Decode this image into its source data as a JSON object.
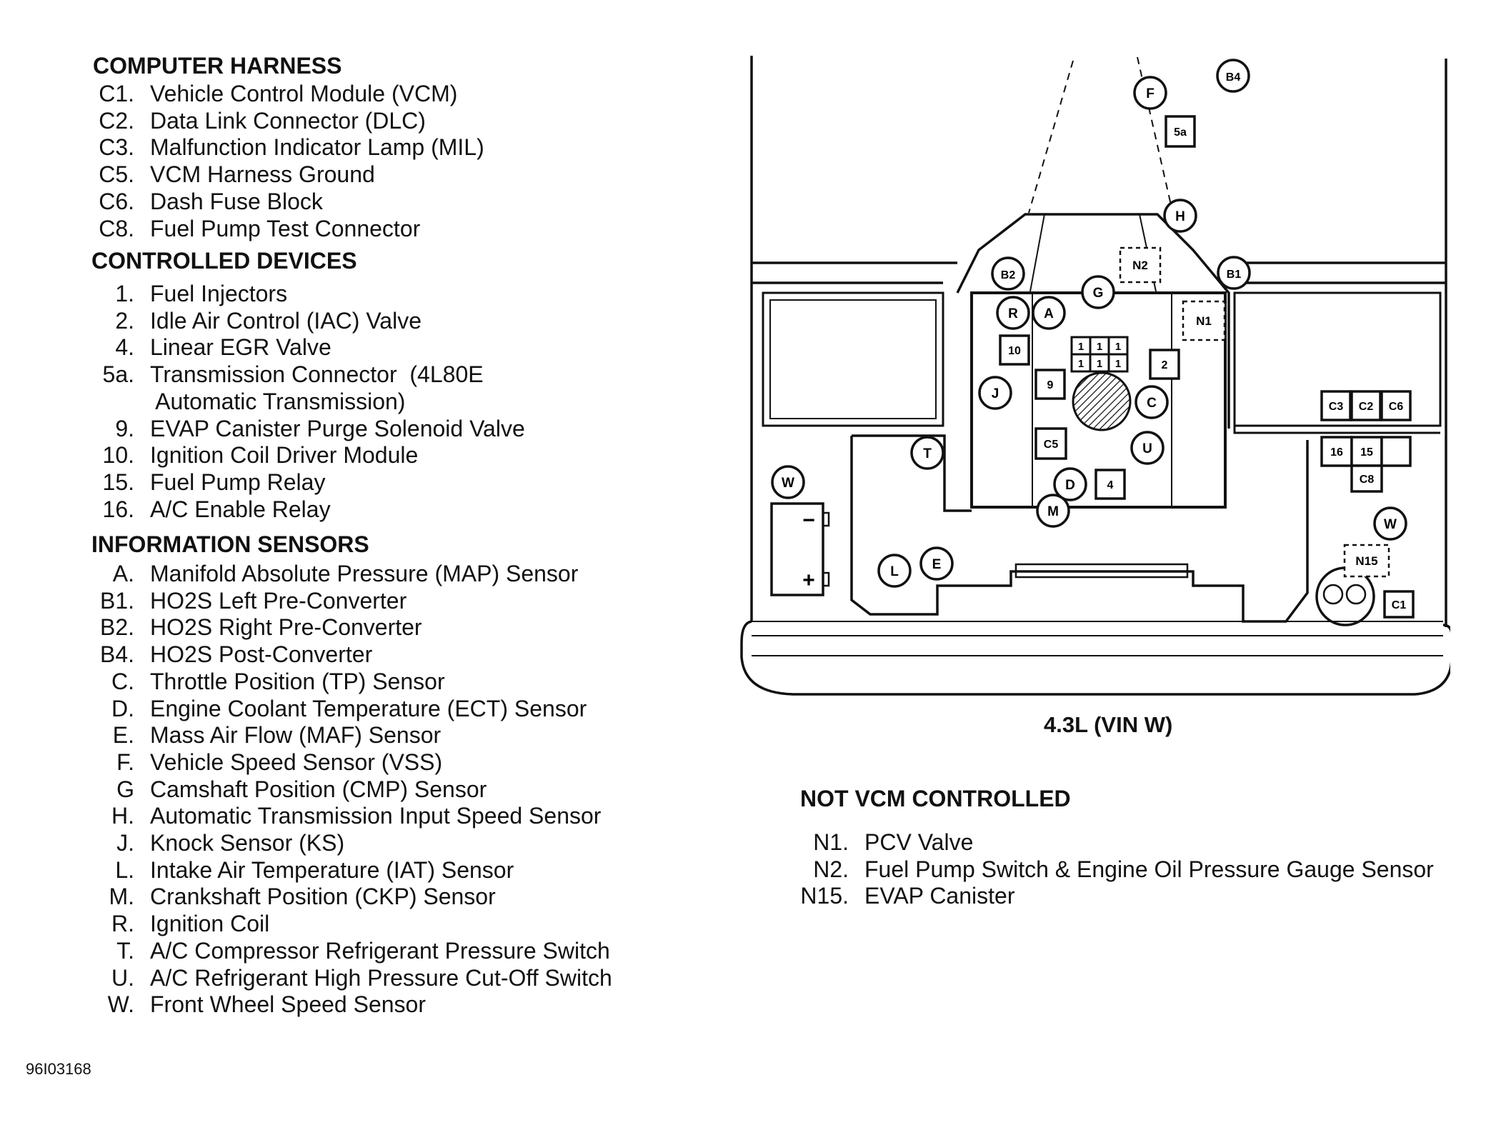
{
  "computer_harness": {
    "heading": "COMPUTER HARNESS",
    "items": [
      {
        "code": "C1.",
        "desc": "Vehicle Control Module (VCM)"
      },
      {
        "code": "C2.",
        "desc": "Data Link Connector (DLC)"
      },
      {
        "code": "C3.",
        "desc": "Malfunction Indicator Lamp (MIL)"
      },
      {
        "code": "C5.",
        "desc": "VCM Harness Ground"
      },
      {
        "code": "C6.",
        "desc": "Dash Fuse Block"
      },
      {
        "code": "C8.",
        "desc": "Fuel Pump Test Connector"
      }
    ]
  },
  "controlled_devices": {
    "heading": "CONTROLLED DEVICES",
    "items": [
      {
        "code": "1.",
        "desc": "Fuel Injectors"
      },
      {
        "code": "2.",
        "desc": "Idle Air Control (IAC) Valve"
      },
      {
        "code": "4.",
        "desc": "Linear EGR Valve"
      },
      {
        "code": "5a.",
        "desc": "Transmission Connector  (4L80E"
      },
      {
        "code": "",
        "desc": " Automatic Transmission)"
      },
      {
        "code": "9.",
        "desc": "EVAP Canister Purge Solenoid Valve"
      },
      {
        "code": "10.",
        "desc": "Ignition Coil Driver Module"
      },
      {
        "code": "15.",
        "desc": "Fuel Pump Relay"
      },
      {
        "code": "16.",
        "desc": "A/C Enable Relay"
      }
    ]
  },
  "information_sensors": {
    "heading": "INFORMATION SENSORS",
    "items": [
      {
        "code": "A.",
        "desc": "Manifold Absolute Pressure (MAP) Sensor"
      },
      {
        "code": "B1.",
        "desc": "HO2S Left Pre-Converter"
      },
      {
        "code": "B2.",
        "desc": "HO2S Right Pre-Converter"
      },
      {
        "code": "B4.",
        "desc": "HO2S Post-Converter"
      },
      {
        "code": "C.",
        "desc": "Throttle Position (TP) Sensor"
      },
      {
        "code": "D.",
        "desc": "Engine Coolant Temperature (ECT) Sensor"
      },
      {
        "code": "E.",
        "desc": "Mass Air Flow (MAF) Sensor"
      },
      {
        "code": "F.",
        "desc": "Vehicle Speed Sensor (VSS)"
      },
      {
        "code": "G",
        "desc": "Camshaft Position (CMP) Sensor"
      },
      {
        "code": "H.",
        "desc": "Automatic Transmission Input Speed Sensor"
      },
      {
        "code": "J.",
        "desc": "Knock Sensor (KS)"
      },
      {
        "code": "L.",
        "desc": "Intake Air Temperature (IAT) Sensor"
      },
      {
        "code": "M.",
        "desc": "Crankshaft Position (CKP) Sensor"
      },
      {
        "code": "R.",
        "desc": "Ignition Coil"
      },
      {
        "code": "T.",
        "desc": "A/C Compressor Refrigerant Pressure Switch"
      },
      {
        "code": "U.",
        "desc": "A/C Refrigerant High Pressure Cut-Off Switch"
      },
      {
        "code": "W.",
        "desc": "Front Wheel Speed Sensor"
      }
    ]
  },
  "not_vcm_controlled": {
    "heading": "NOT VCM CONTROLLED",
    "items": [
      {
        "code": "N1.",
        "desc": "PCV Valve"
      },
      {
        "code": "N2.",
        "desc": "Fuel Pump Switch & Engine Oil Pressure Gauge Sensor"
      },
      {
        "code": "N15.",
        "desc": "EVAP Canister"
      }
    ]
  },
  "diagram": {
    "caption": "4.3L (VIN W)",
    "circle_labels": [
      "B4",
      "F",
      "H",
      "B2",
      "B1",
      "G",
      "R",
      "A",
      "J",
      "C",
      "U",
      "T",
      "D",
      "M",
      "W",
      "L",
      "E",
      "W"
    ],
    "box_labels": [
      "5a",
      "10",
      "9",
      "2",
      "C5",
      "4",
      "C3",
      "C2",
      "C6",
      "16",
      "15",
      "C8",
      "C1"
    ],
    "injector_labels": [
      "1",
      "1",
      "1",
      "1",
      "1",
      "1"
    ],
    "dashed_box_labels": [
      "N2",
      "N1",
      "N15"
    ],
    "battery_minus": "−",
    "battery_plus": "+"
  },
  "figure_id": "96I03168"
}
